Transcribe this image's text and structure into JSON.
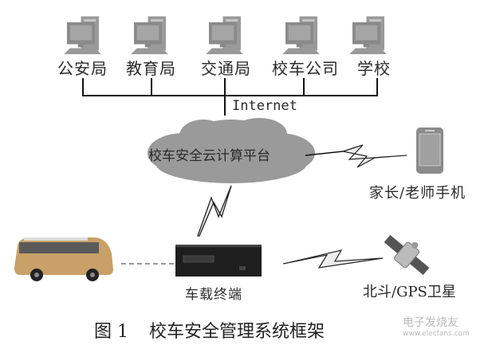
{
  "diagram": {
    "top_nodes": [
      {
        "label": "公安局"
      },
      {
        "label": "教育局"
      },
      {
        "label": "交通局"
      },
      {
        "label": "校车公司"
      },
      {
        "label": "学校"
      }
    ],
    "network_label": "Internet",
    "cloud_label": "校车安全云计算平台",
    "phone_label": "家长/老师手机",
    "terminal_label": "车载终端",
    "satellite_label": "北斗/GPS卫星"
  },
  "caption": {
    "figure_number": "图 1",
    "title": "校车安全管理系统框架"
  },
  "watermark": {
    "text": "电子发烧友",
    "url": "www.elecfans.com"
  },
  "colors": {
    "icon_gray": "#8a8a8a",
    "cloud_gray": "#9a9a9a",
    "line": "#111111",
    "terminal": "#1e1e1e"
  }
}
